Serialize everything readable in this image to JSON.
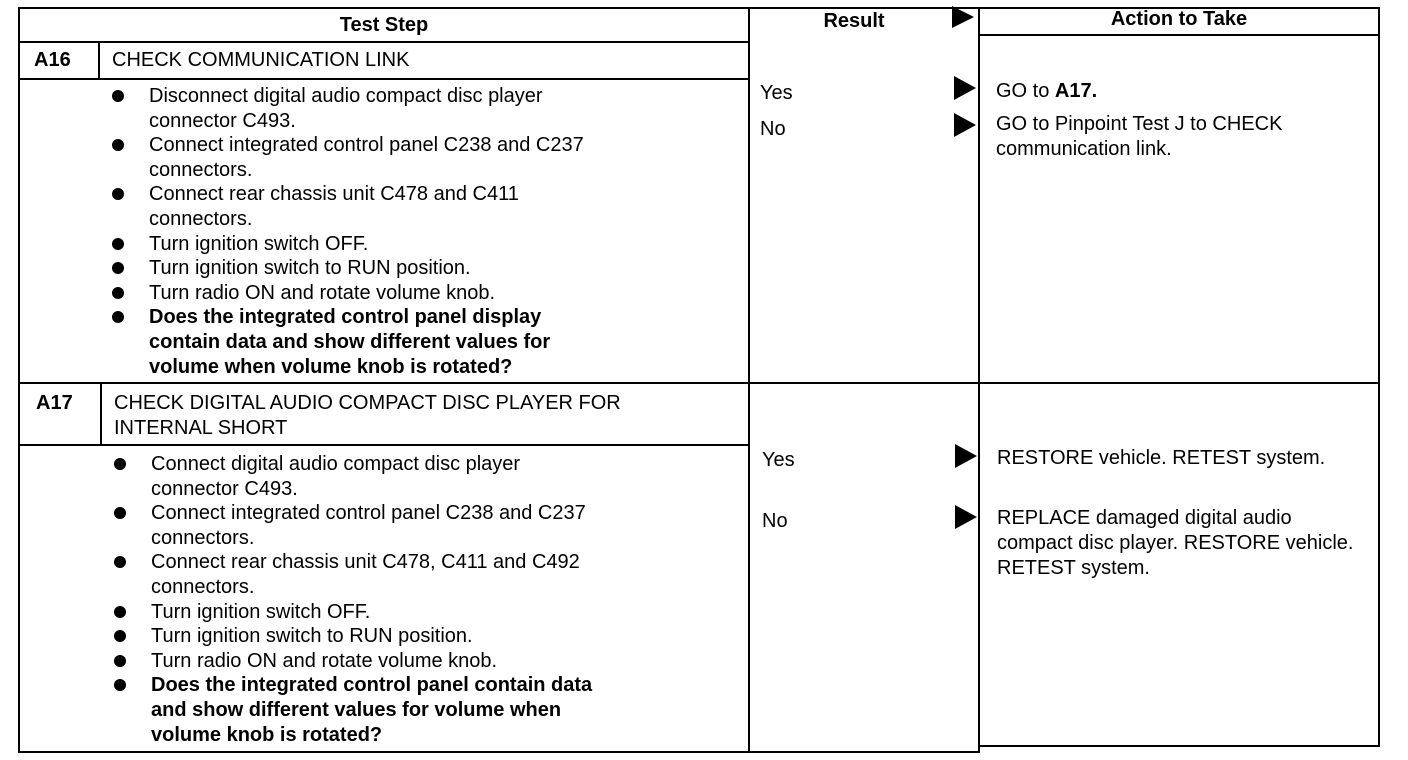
{
  "header": {
    "test_step": "Test Step",
    "result": "Result",
    "action": "Action to Take"
  },
  "steps": [
    {
      "id": "A16",
      "title": "CHECK COMMUNICATION LINK",
      "bullets": [
        "Disconnect digital audio compact disc player\nconnector C493.",
        "Connect integrated control panel C238 and C237\nconnectors.",
        "Connect rear chassis unit C478 and C411\nconnectors.",
        "Turn ignition switch OFF.",
        "Turn ignition switch to RUN position.",
        "Turn radio ON and rotate volume knob."
      ],
      "question": "Does the integrated control panel display\ncontain data and show different values for\nvolume when volume knob is rotated?",
      "results": [
        {
          "label": "Yes",
          "action_prefix": "GO to ",
          "action_bold": "A17.",
          "action_suffix": ""
        },
        {
          "label": "No",
          "action_prefix": "GO to Pinpoint Test J to CHECK communication link.",
          "action_bold": "",
          "action_suffix": ""
        }
      ]
    },
    {
      "id": "A17",
      "title": "CHECK DIGITAL AUDIO COMPACT DISC PLAYER FOR INTERNAL SHORT",
      "bullets": [
        "Connect digital audio compact disc player\nconnector C493.",
        "Connect integrated control panel C238 and C237\nconnectors.",
        "Connect rear chassis unit C478, C411 and C492\nconnectors.",
        "Turn ignition switch OFF.",
        "Turn ignition switch to RUN position.",
        "Turn radio ON and rotate volume knob."
      ],
      "question": "Does the integrated control panel contain data\nand show different values for volume when\nvolume knob is rotated?",
      "results": [
        {
          "label": "Yes",
          "action_prefix": "RESTORE vehicle. RETEST system.",
          "action_bold": "",
          "action_suffix": ""
        },
        {
          "label": "No",
          "action_prefix": "REPLACE damaged digital audio compact disc player. RESTORE vehicle. RETEST system.",
          "action_bold": "",
          "action_suffix": ""
        }
      ]
    }
  ]
}
